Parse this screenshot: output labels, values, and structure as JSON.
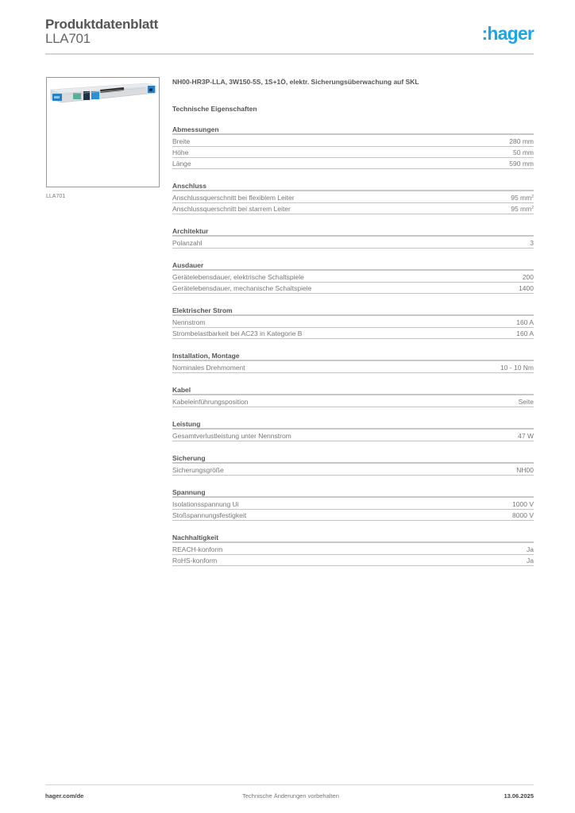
{
  "header": {
    "title": "Produktdatenblatt",
    "product_code": "LLA701",
    "logo_text": ":hager",
    "brand_color": "#1aa6e6"
  },
  "product": {
    "image_alt": "product-photo-fuse-switch-disconnector",
    "caption": "LLA701",
    "description": "NH00-HR3P-LLA, 3W150-5S, 1S+1Ö, elektr. Sicherungsüberwachung auf SKL"
  },
  "tech": {
    "section_title": "Technische Eigenschaften",
    "groups": [
      {
        "title": "Abmessungen",
        "rows": [
          {
            "label": "Breite",
            "value": "280 mm"
          },
          {
            "label": "Höhe",
            "value": "50 mm"
          },
          {
            "label": "Länge",
            "value": "590 mm"
          }
        ]
      },
      {
        "title": "Anschluss",
        "rows": [
          {
            "label": "Anschlussquerschnitt bei flexiblem Leiter",
            "value": "95 mm",
            "sup": "2"
          },
          {
            "label": "Anschlussquerschnitt bei starrem Leiter",
            "value": "95 mm",
            "sup": "2"
          }
        ]
      },
      {
        "title": "Architektur",
        "rows": [
          {
            "label": "Polanzahl",
            "value": "3"
          }
        ]
      },
      {
        "title": "Ausdauer",
        "rows": [
          {
            "label": "Gerätelebensdauer, elektrische Schaltspiele",
            "value": "200"
          },
          {
            "label": "Gerätelebensdauer, mechanische Schaltspiele",
            "value": "1400"
          }
        ]
      },
      {
        "title": "Elektrischer Strom",
        "rows": [
          {
            "label": "Nennstrom",
            "value": "160 A"
          },
          {
            "label": "Strombelastbarkeit bei AC23 in Kategorie B",
            "value": "160 A"
          }
        ]
      },
      {
        "title": "Installation, Montage",
        "rows": [
          {
            "label": "Nominales Drehmoment",
            "value": "10 - 10 Nm"
          }
        ]
      },
      {
        "title": "Kabel",
        "rows": [
          {
            "label": "Kabeleinführungsposition",
            "value": "Seite"
          }
        ]
      },
      {
        "title": "Leistung",
        "rows": [
          {
            "label": "Gesamtverlustleistung unter Nennstrom",
            "value": "47 W"
          }
        ]
      },
      {
        "title": "Sicherung",
        "rows": [
          {
            "label": "Sicherungsgröße",
            "value": "NH00"
          }
        ]
      },
      {
        "title": "Spannung",
        "rows": [
          {
            "label": "Isolationsspannung Ui",
            "value": "1000 V"
          },
          {
            "label": "Stoßspannungsfestigkeit",
            "value": "8000 V"
          }
        ]
      },
      {
        "title": "Nachhaltigkeit",
        "rows": [
          {
            "label": "REACH-konform",
            "value": "Ja"
          },
          {
            "label": "RoHS-konform",
            "value": "Ja"
          }
        ]
      }
    ]
  },
  "footer": {
    "website": "hager.com/de",
    "notice": "Technische Änderungen vorbehalten",
    "date": "13.06.2025"
  }
}
